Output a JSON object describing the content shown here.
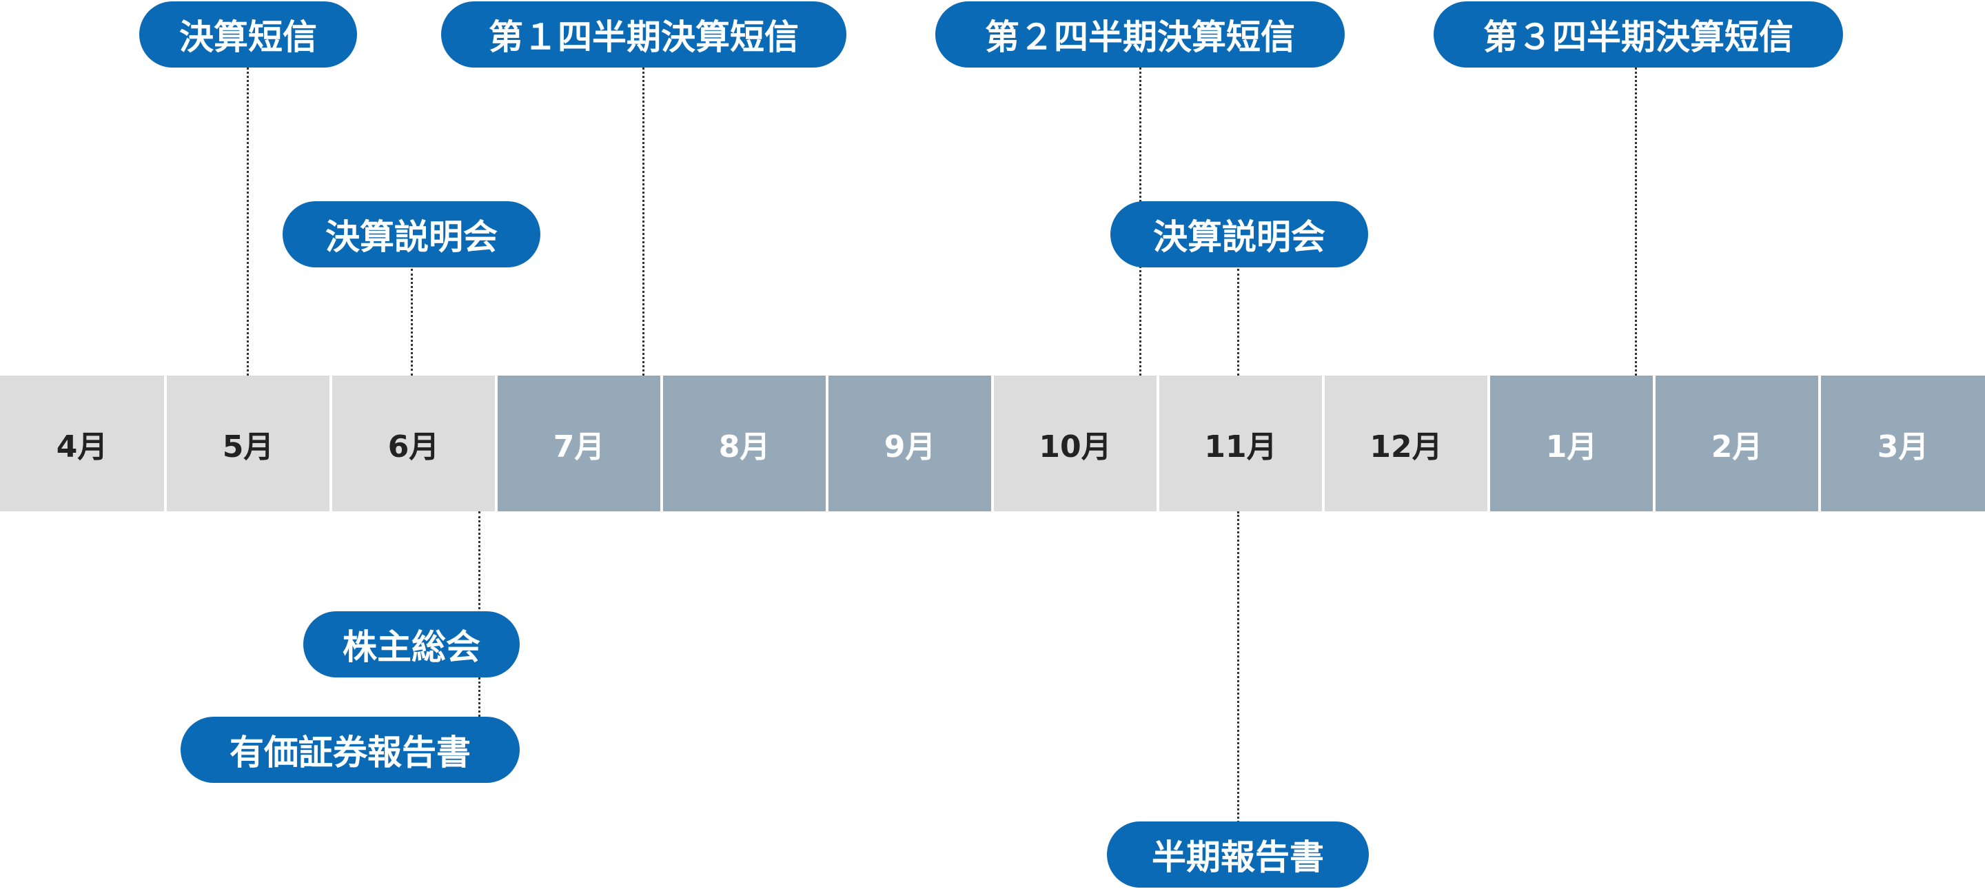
{
  "months": [
    {
      "label": "4月",
      "shade": "light"
    },
    {
      "label": "5月",
      "shade": "light"
    },
    {
      "label": "6月",
      "shade": "light"
    },
    {
      "label": "7月",
      "shade": "dark"
    },
    {
      "label": "8月",
      "shade": "dark"
    },
    {
      "label": "9月",
      "shade": "dark"
    },
    {
      "label": "10月",
      "shade": "light"
    },
    {
      "label": "11月",
      "shade": "light"
    },
    {
      "label": "12月",
      "shade": "light"
    },
    {
      "label": "1月",
      "shade": "dark"
    },
    {
      "label": "2月",
      "shade": "dark"
    },
    {
      "label": "3月",
      "shade": "dark"
    }
  ],
  "events": [
    {
      "label": "決算短信"
    },
    {
      "label": "第１四半期決算短信"
    },
    {
      "label": "第２四半期決算短信"
    },
    {
      "label": "第３四半期決算短信"
    },
    {
      "label": "決算説明会"
    },
    {
      "label": "決算説明会"
    },
    {
      "label": "株主総会"
    },
    {
      "label": "有価証券報告書"
    },
    {
      "label": "半期報告書"
    }
  ],
  "colors": {
    "pill": "#0b6ab5",
    "month_light": "#dcdcdc",
    "month_dark": "#95a9b8",
    "connector": "#333333"
  }
}
